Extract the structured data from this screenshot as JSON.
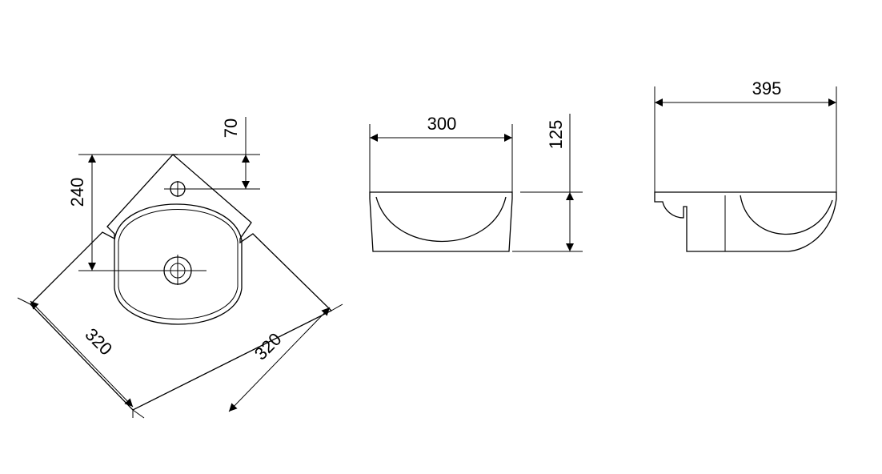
{
  "dimensions": {
    "top_view": {
      "hole_offset": "70",
      "depth": "240",
      "side_left": "320",
      "side_right": "320"
    },
    "front_view": {
      "width": "300",
      "height": "125"
    },
    "side_view": {
      "length": "395"
    }
  }
}
